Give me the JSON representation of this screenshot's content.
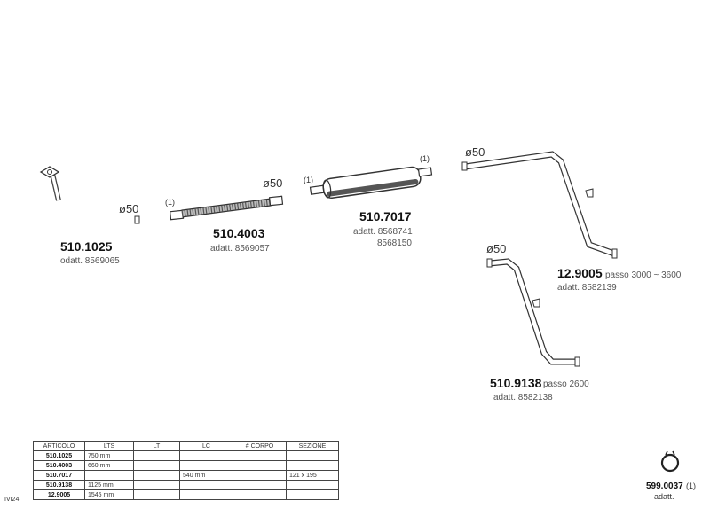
{
  "parts": {
    "p1": {
      "code": "510.1025",
      "ref": "odatt. 8569065",
      "diameter": "ø50"
    },
    "p2": {
      "code": "510.4003",
      "ref": "adatt. 8569057",
      "diameter": "ø50",
      "note": "(1)"
    },
    "p3": {
      "code": "510.7017",
      "ref1": "adatt. 8568741",
      "ref2": "8568150",
      "note_left": "(1)",
      "note_right": "(1)"
    },
    "p4": {
      "code": "12.9005",
      "passo": "passo 3000 ~ 3600",
      "ref": "adatt. 8582139",
      "diameter": "ø50"
    },
    "p5": {
      "code": "510.9138",
      "passo": "passo 2600",
      "ref": "adatt. 8582138",
      "diameter": "ø50"
    },
    "p6": {
      "code": "599.0037",
      "note": "(1)",
      "ref": "adatt."
    }
  },
  "table": {
    "headers": [
      "ARTICOLO",
      "LTS",
      "LT",
      "LC",
      "# CORPO",
      "SEZIONE"
    ],
    "rows": [
      [
        "510.1025",
        "750 mm",
        "",
        "",
        "",
        ""
      ],
      [
        "510.4003",
        "660 mm",
        "",
        "",
        "",
        ""
      ],
      [
        "510.7017",
        "",
        "",
        "540 mm",
        "",
        "121 x 195"
      ],
      [
        "510.9138",
        "1125 mm",
        "",
        "",
        "",
        ""
      ],
      [
        "12.9005",
        "1545 mm",
        "",
        "",
        "",
        ""
      ]
    ]
  },
  "doc_code": "IVI24"
}
